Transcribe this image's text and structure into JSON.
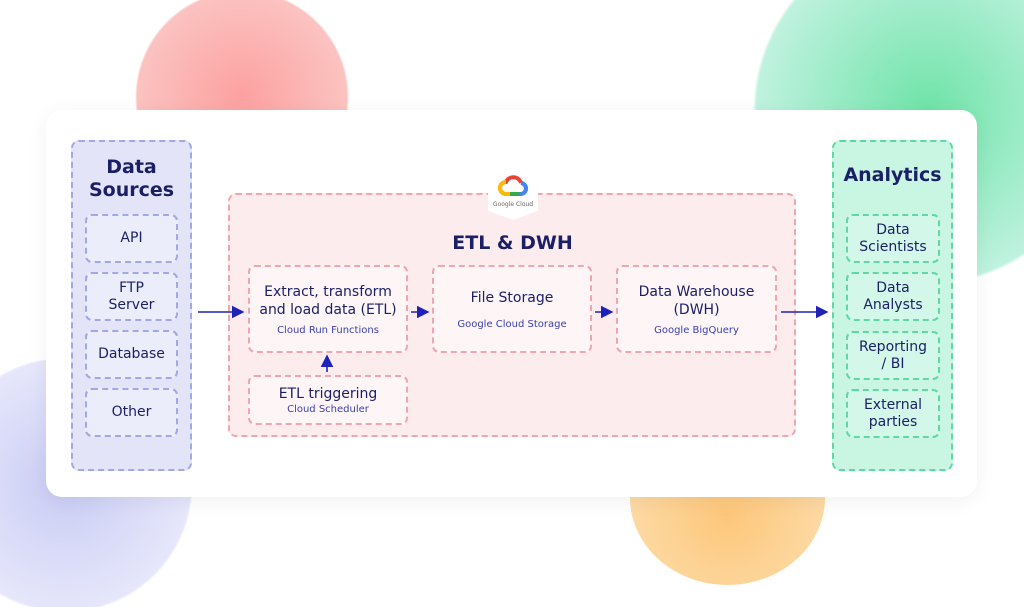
{
  "data_sources": {
    "title": "Data Sources",
    "items": [
      "API",
      "FTP Server",
      "Database",
      "Other"
    ]
  },
  "etl": {
    "title": "ETL & DWH",
    "logo_text": "Google Cloud",
    "boxes": [
      {
        "title": "Extract, transform and load data (ETL)",
        "sub": "Cloud Run Functions"
      },
      {
        "title": "File Storage",
        "sub": "Google Cloud Storage"
      },
      {
        "title": "Data Warehouse (DWH)",
        "sub": "Google BigQuery"
      },
      {
        "title": "ETL triggering",
        "sub": "Cloud Scheduler"
      }
    ]
  },
  "analytics": {
    "title": "Analytics",
    "items": [
      "Data Scientists",
      "Data Analysts",
      "Reporting / BI",
      "External parties"
    ]
  },
  "colors": {
    "arrow": "#1f22b8",
    "sources_fill": "#e3e4f7",
    "analytics_fill": "#c9f5e3",
    "etl_fill": "#fdecee"
  }
}
